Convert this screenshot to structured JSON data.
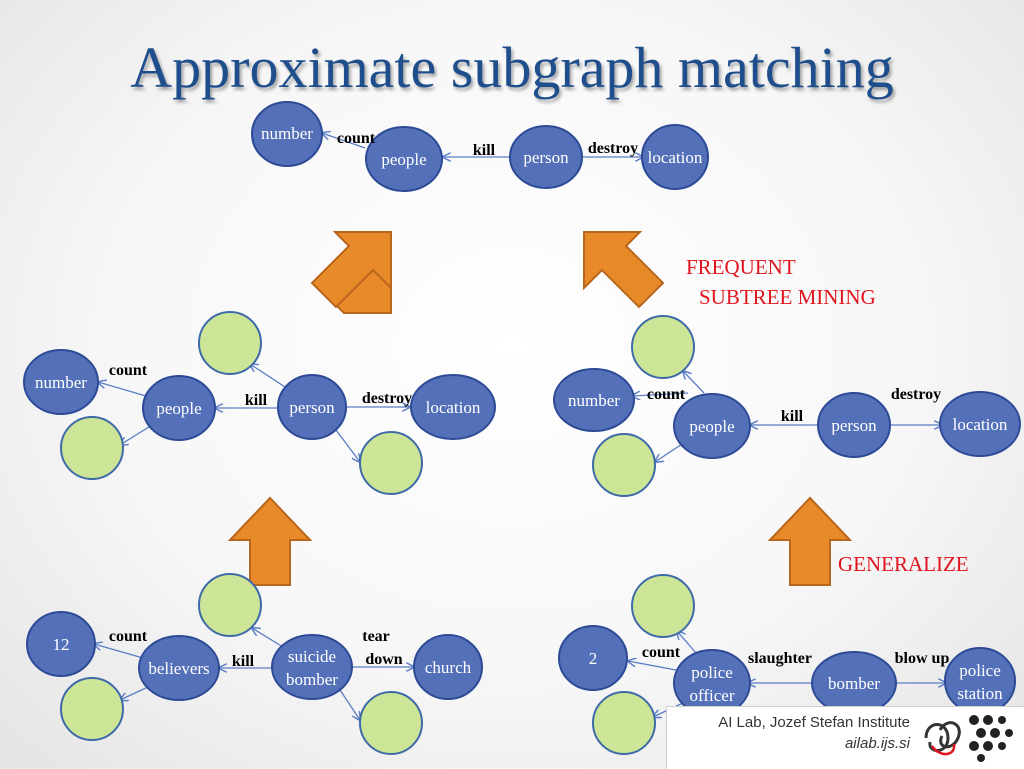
{
  "title": "Approximate subgraph matching",
  "colors": {
    "title": "#1f4e8c",
    "node_blue": "#5470b8",
    "node_green": "#cce596",
    "edge": "#5b7dc6",
    "step_arrow": "#e98a2a",
    "step_label": "#e0141e"
  },
  "top_graph": {
    "nodes": [
      "number",
      "people",
      "person",
      "location"
    ],
    "edges": [
      "count",
      "kill",
      "destroy"
    ]
  },
  "mid_left_graph": {
    "nodes": [
      "number",
      "people",
      "person",
      "location"
    ],
    "edges": [
      "count",
      "kill",
      "destroy"
    ]
  },
  "mid_right_graph": {
    "nodes": [
      "number",
      "people",
      "person",
      "location"
    ],
    "edges": [
      "count",
      "kill",
      "destroy"
    ]
  },
  "bottom_left_graph": {
    "nodes": [
      "12",
      "believers",
      "suicide",
      "bomber",
      "church"
    ],
    "edges": [
      "count",
      "kill",
      "tear",
      "down"
    ]
  },
  "bottom_right_graph": {
    "nodes": [
      "2",
      "police",
      "officer",
      "bomber",
      "police",
      "station"
    ],
    "edges": [
      "count",
      "slaughter",
      "blow up"
    ]
  },
  "steps": {
    "frequent_line1": "FREQUENT",
    "frequent_line2": "SUBTREE MINING",
    "generalize": "GENERALIZE"
  },
  "footer": {
    "institute": "AI Lab, Jozef Stefan Institute",
    "url": "ailab.ijs.si"
  }
}
